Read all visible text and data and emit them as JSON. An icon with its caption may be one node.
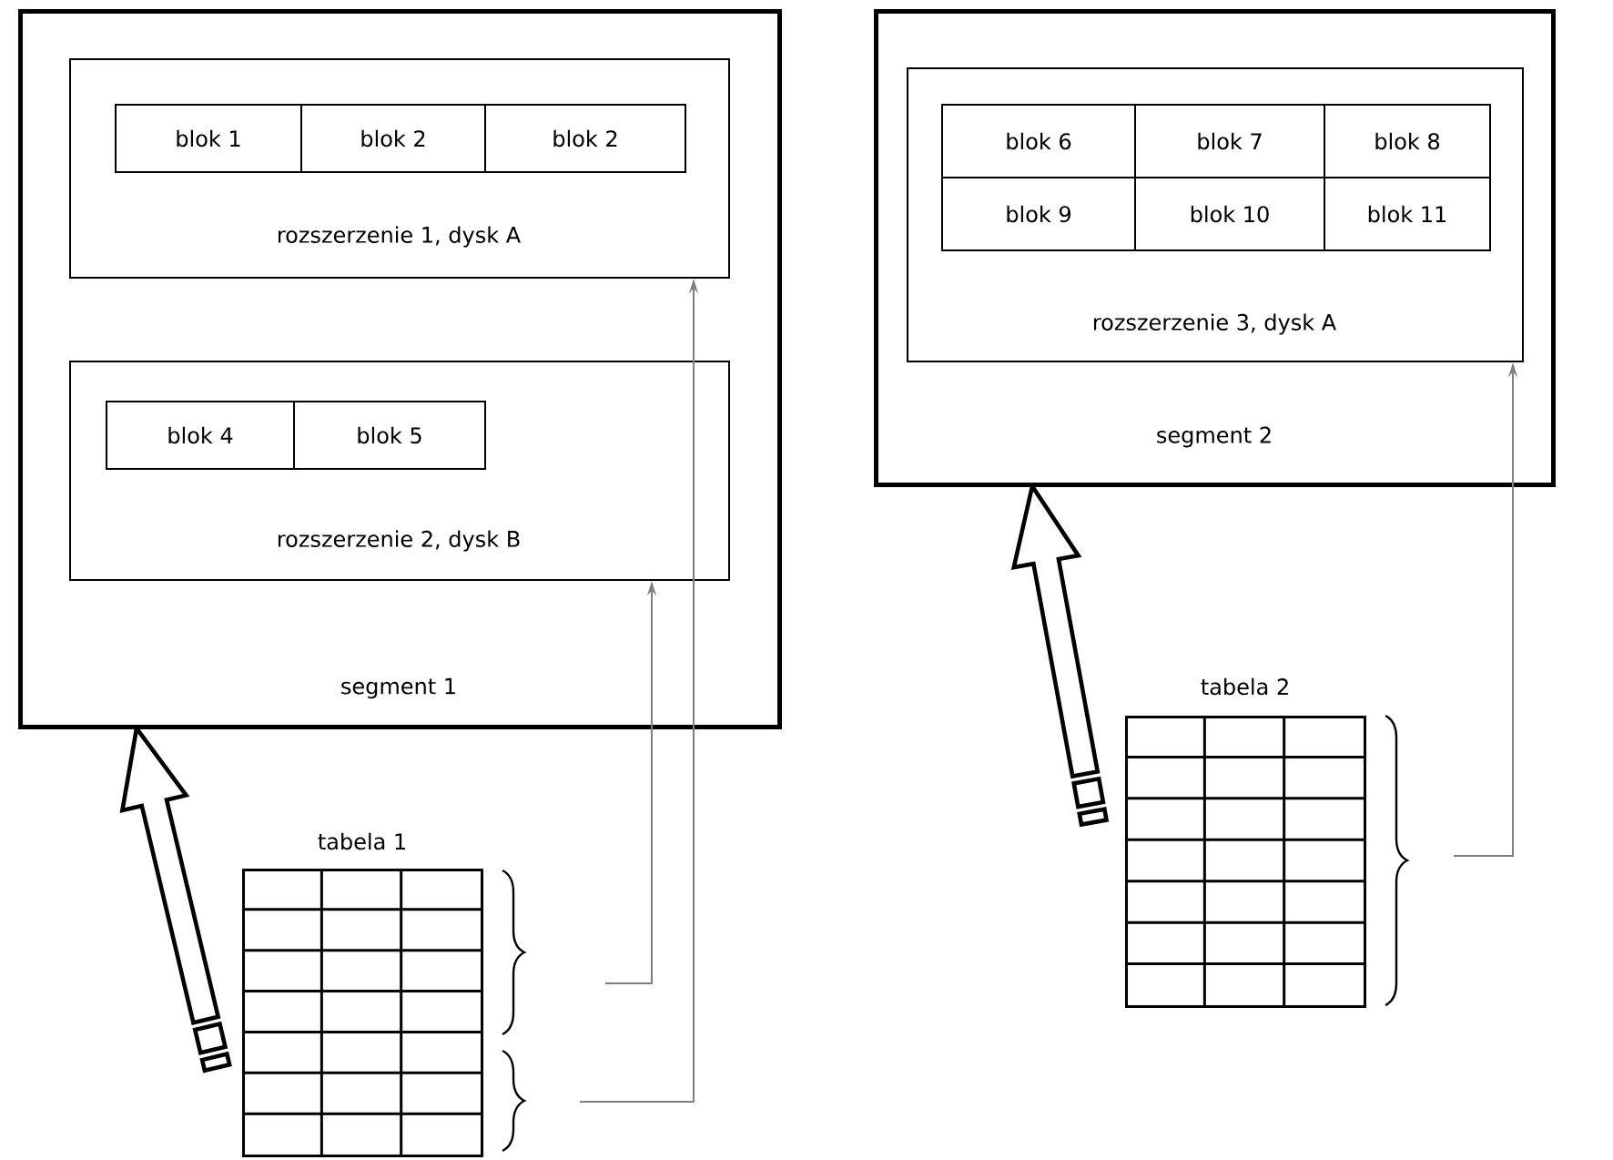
{
  "diagram": {
    "nodes": [
      {
        "text": [
          "segment 1"
        ]
      },
      {
        "text": [
          "rozszerzenie 1, dysk A"
        ],
        "in": 0
      },
      {
        "text": [
          "blok 1"
        ],
        "in": 1
      },
      {
        "text": [
          "blok 2"
        ],
        "in": 1
      },
      {
        "text": [
          "blok 2"
        ],
        "in": 1
      },
      {
        "text": [
          "rozszerzenie 2, dysk B"
        ],
        "in": 0
      },
      {
        "text": [
          "blok 4"
        ],
        "in": 5
      },
      {
        "text": [
          "blok 5"
        ],
        "in": 5
      },
      {
        "text": [
          "segment 2"
        ]
      },
      {
        "text": [
          "rozszerzenie 3, dysk A"
        ],
        "in": 8
      },
      {
        "text": [
          "blok 6"
        ],
        "in": 9
      },
      {
        "text": [
          "blok 7"
        ],
        "in": 9
      },
      {
        "text": [
          "blok 8"
        ],
        "in": 9
      },
      {
        "text": [
          "blok 9"
        ],
        "in": 9
      },
      {
        "text": [
          "blok 10"
        ],
        "in": 9
      },
      {
        "text": [
          "blok 11"
        ],
        "in": 9
      },
      {
        "text": [
          "tabela 1"
        ]
      },
      {
        "text": [
          "tabela 2"
        ]
      }
    ],
    "edges": [
      {
        "from": 16,
        "to": 0,
        "arrow": "to",
        "style": "thick",
        "color": "#000000"
      },
      {
        "from": 16,
        "to": 5,
        "arrow": "to"
      },
      {
        "from": 16,
        "to": 1,
        "arrow": "to"
      },
      {
        "from": 17,
        "to": 8,
        "arrow": "to",
        "style": "thick",
        "color": "#000000"
      },
      {
        "from": 17,
        "to": 9,
        "arrow": "to"
      }
    ]
  }
}
